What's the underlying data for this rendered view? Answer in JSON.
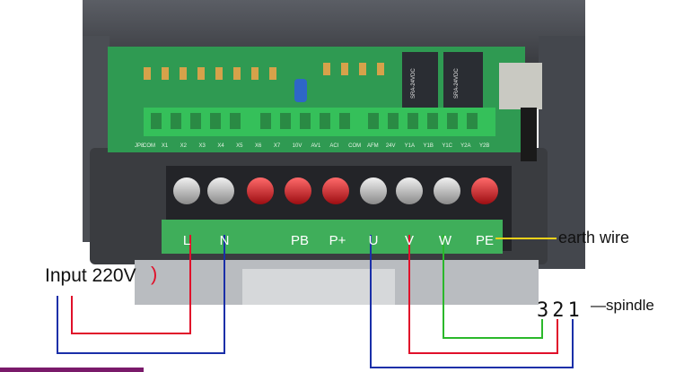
{
  "photo": {
    "description_free": true,
    "control_board": {
      "header_mark": "JP8",
      "terminal_labels": [
        "COM",
        "X1",
        "X2",
        "X3",
        "X4",
        "X5",
        "X6",
        "X7",
        "10V",
        "AV1",
        "ACI",
        "COM",
        "AFM",
        "24V",
        "Y1A",
        "Y1B",
        "Y1C",
        "Y2A",
        "Y2B"
      ],
      "relay_text": [
        "SRA-24VDC",
        "SRA-24VDC"
      ]
    },
    "power_terminals": [
      "L",
      "N",
      "PB",
      "P+",
      "U",
      "V",
      "W",
      "PE"
    ]
  },
  "annotations": {
    "input_label": "Input 220V",
    "input_paren": ")",
    "earth_label": "earth wire",
    "spindle_digits": "321",
    "spindle_label": "—spindle"
  },
  "colors": {
    "wire_red": "#e0102a",
    "wire_blue": "#1a2fa8",
    "wire_green": "#2bb82b",
    "wire_yellow": "#f2d21a",
    "board_green": "#2f9a52",
    "terminal_block": "#3fae5a",
    "housing": "#4a4d53"
  }
}
